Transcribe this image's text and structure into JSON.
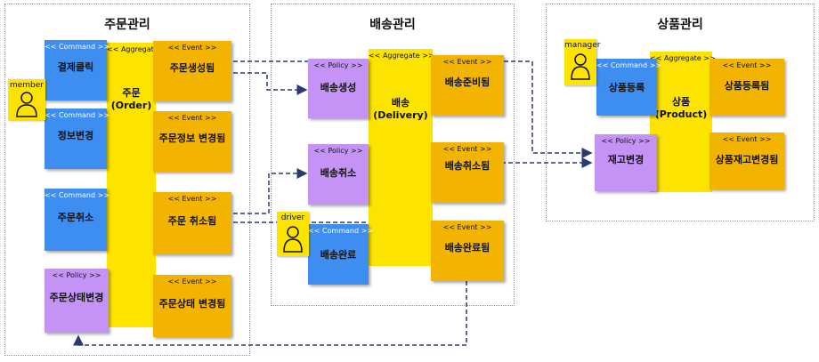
{
  "contexts": {
    "order": {
      "title": "주문관리"
    },
    "delivery": {
      "title": "배송관리"
    },
    "product": {
      "title": "상품관리"
    }
  },
  "stereotypes": {
    "command": "<< Command >>",
    "event": "<< Event >>",
    "policy": "<< Policy >>",
    "aggregate": "<< Aggregate >"
  },
  "order": {
    "aggregate": {
      "stereotype": "<< Aggregate >",
      "name": "주문",
      "english": "(Order)"
    },
    "actor": "member",
    "cmd_pay": "결제클릭",
    "cmd_info": "정보변경",
    "cmd_cancel": "주문취소",
    "policy_status": "주문상태변경",
    "evt_created": "주문생성됨",
    "evt_info_changed": "주문정보 변경됨",
    "evt_cancelled": "주문 취소됨",
    "evt_status_changed": "주문상태 변경됨"
  },
  "delivery": {
    "aggregate": {
      "stereotype": "<< Aggregate >>",
      "name": "배송",
      "english": "(Delivery)"
    },
    "actor": "driver",
    "policy_create": "배송생성",
    "policy_cancel": "배송취소",
    "cmd_complete": "배송완료",
    "evt_prepared": "배송준비됨",
    "evt_cancelled": "배송취소됨",
    "evt_completed": "배송완료됨"
  },
  "product": {
    "aggregate": {
      "stereotype": "<< Aggregate >>",
      "name": "상품",
      "english": "(Product)"
    },
    "actor": "manager",
    "cmd_register": "상품등록",
    "policy_stock": "재고변경",
    "evt_registered": "상품등록됨",
    "evt_stock_changed": "상품재고변경됨"
  },
  "colors": {
    "command": "#3d8ef0",
    "event": "#f2b400",
    "policy": "#c493f5",
    "aggregate": "#fde300",
    "link": "#2a3a6e"
  }
}
